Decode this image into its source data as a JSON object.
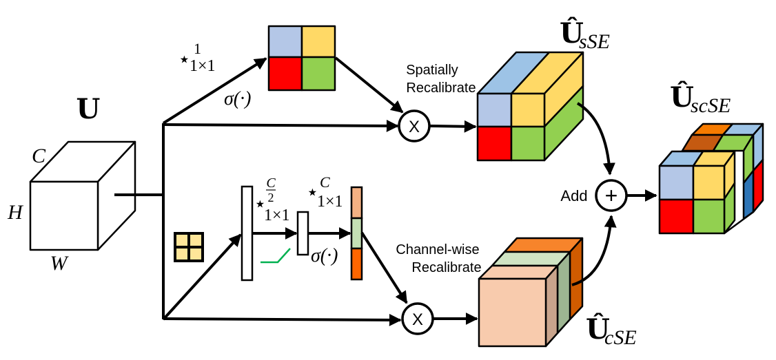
{
  "figure": {
    "title": "Concurrent spatial and channel squeeze & excitation (scSE) block"
  },
  "input": {
    "label_main": "U",
    "dim_c": "C",
    "dim_h": "H",
    "dim_w": "W"
  },
  "spatial_branch": {
    "conv_star": "⋆",
    "conv_super": "1",
    "conv_sub": "1×1",
    "sigma": "σ(·)",
    "map_colors": [
      "#b4c7e7",
      "#ffd966",
      "#ff0000",
      "#92d050"
    ],
    "recalibrate_line1": "Spatially",
    "recalibrate_line2": "Recalibrate",
    "multiply_symbol": "X"
  },
  "channel_branch": {
    "pool_icon": "global-pool-icon",
    "conv1_star": "⋆",
    "conv1_super_num": "C",
    "conv1_super_den": "2",
    "conv1_sub": "1×1",
    "relu_icon": "relu-icon",
    "conv2_star": "⋆",
    "conv2_super": "C",
    "conv2_sub": "1×1",
    "sigma": "σ(·)",
    "vector_colors": [
      "#f4b183",
      "#c5e0b4",
      "#ff6600"
    ],
    "recalibrate_line1": "Channel-wise",
    "recalibrate_line2": "Recalibrate",
    "multiply_symbol": "X"
  },
  "outputs": {
    "sse_label": "Û",
    "sse_sub": "sSE",
    "cse_label": "Û",
    "cse_sub": "cSE",
    "scse_label": "Û",
    "scse_sub": "scSE",
    "add_label": "Add",
    "add_symbol": "+"
  },
  "colors": {
    "light_blue": "#b4c7e7",
    "sky_blue": "#9dc3e6",
    "yellow": "#ffd966",
    "red": "#ff0000",
    "green": "#92d050",
    "peach": "#f8cbad",
    "peach_side": "#c9a48c",
    "mint": "#d0e4c4",
    "sage": "#9db592",
    "orange": "#f7842b",
    "dark_orange": "#d05b00",
    "brown": "#c55a11",
    "blue": "#2e75b6",
    "relu_green": "#00b050"
  }
}
